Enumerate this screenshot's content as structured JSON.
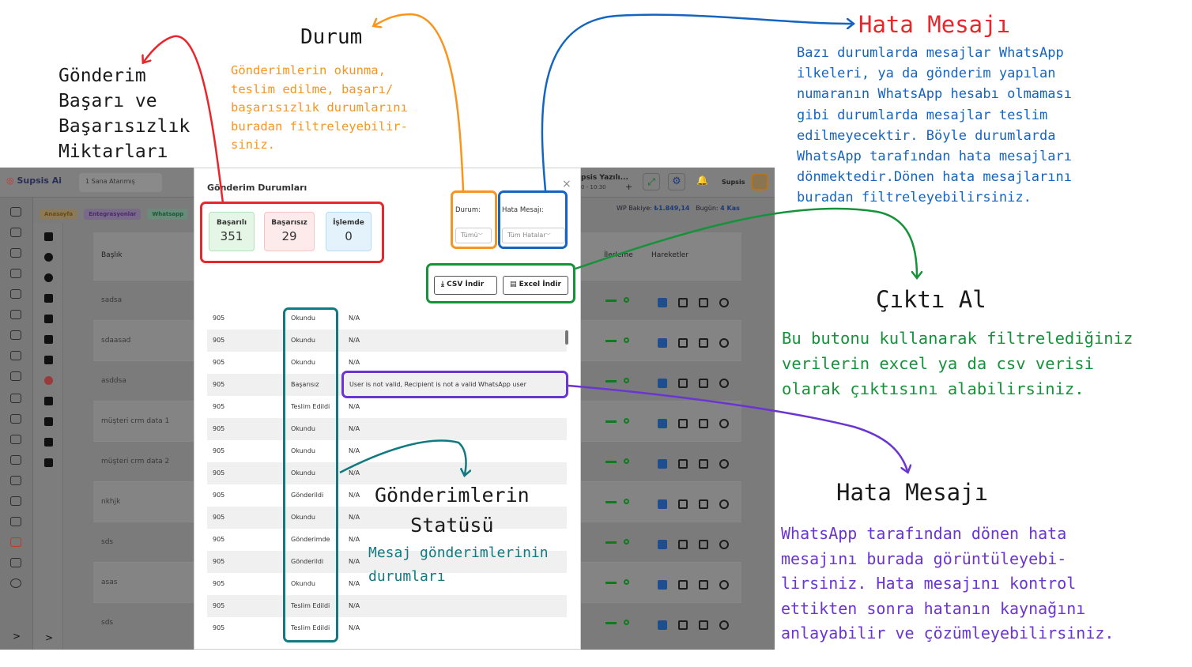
{
  "app": {
    "logo": "Supsis Ai",
    "assigned": "1 Sana Atanmış",
    "nav_chips": [
      "Anasayfa",
      "Entegrasyonlar",
      "Whatsapp"
    ],
    "header_right": {
      "title": "psis Yazılı...",
      "sub": "0 - 10:30",
      "plus": "+",
      "user": "Supsis"
    },
    "balance": {
      "wp_label": "WP Bakiye:",
      "wp_value": "₺1.849,14",
      "today_label": "Bugün:",
      "today_value": "4 Kas"
    },
    "table_headers": {
      "baslik": "Başlık",
      "ilerleme": "İlerleme",
      "hareketler": "Hareketler"
    },
    "rows": [
      "sadsa",
      "sdaasad",
      "asddsa",
      "müşteri crm data 1",
      "müşteri crm data 2",
      "nkhjk",
      "sds",
      "asas",
      "sds"
    ],
    "rail_arrows": [
      ">",
      ">"
    ]
  },
  "modal": {
    "title": "Gönderim Durumları",
    "close": "×",
    "stats": [
      {
        "label": "Başarılı",
        "value": "351"
      },
      {
        "label": "Başarısız",
        "value": "29"
      },
      {
        "label": "İşlemde",
        "value": "0"
      }
    ],
    "filters": {
      "durum_label": "Durum:",
      "durum_value": "Tümü",
      "hata_label": "Hata Mesajı:",
      "hata_value": "Tüm Hatalar"
    },
    "buttons": {
      "csv": "CSV İndir",
      "excel": "Excel İndir"
    },
    "rows": [
      {
        "num": "905",
        "status": "Okundu",
        "error": "N/A"
      },
      {
        "num": "905",
        "status": "Okundu",
        "error": "N/A"
      },
      {
        "num": "905",
        "status": "Okundu",
        "error": "N/A"
      },
      {
        "num": "905",
        "status": "Başarısız",
        "error": "User is not valid, Recipient is not a valid WhatsApp user"
      },
      {
        "num": "905",
        "status": "Teslim Edildi",
        "error": "N/A"
      },
      {
        "num": "905",
        "status": "Okundu",
        "error": "N/A"
      },
      {
        "num": "905",
        "status": "Okundu",
        "error": "N/A"
      },
      {
        "num": "905",
        "status": "Okundu",
        "error": "N/A"
      },
      {
        "num": "905",
        "status": "Gönderildi",
        "error": "N/A"
      },
      {
        "num": "905",
        "status": "Okundu",
        "error": "N/A"
      },
      {
        "num": "905",
        "status": "Gönderimde",
        "error": "N/A"
      },
      {
        "num": "905",
        "status": "Gönderildi",
        "error": "N/A"
      },
      {
        "num": "905",
        "status": "Okundu",
        "error": "N/A"
      },
      {
        "num": "905",
        "status": "Teslim Edildi",
        "error": "N/A"
      },
      {
        "num": "905",
        "status": "Teslim Edildi",
        "error": "N/A"
      }
    ]
  },
  "annotations": {
    "gonderim_title": "Gönderim\nBaşarı ve\nBaşarısızlık\nMiktarları",
    "durum_title": "Durum",
    "durum_body": "Gönderimlerin okunma,\nteslim edilme, başarı/\nbaşarısızlık durumlarını\nburadan filtreleyebilir-\nsiniz.",
    "hata1_title": "Hata Mesajı",
    "hata1_body": "Bazı durumlarda mesajlar WhatsApp\nilkeleri, ya da gönderim yapılan\nnumaranın WhatsApp hesabı olmaması\ngibi durumlarda mesajlar teslim\nedilmeyecektir. Böyle durumlarda\nWhatsApp tarafından hata mesajları\ndönmektedir.Dönen hata mesajlarını\nburadan filtreleyebilirsiniz.",
    "cikti_title": "Çıktı Al",
    "cikti_body": "Bu butonu kullanarak filtrelediğiniz\nverilerin excel ya da csv verisi\nolarak çıktısını alabilirsiniz.",
    "statu_title": "Gönderimlerin\n   Statüsü",
    "statu_body": "Mesaj gönderimlerinin\ndurumları",
    "hata2_title": "Hata Mesajı",
    "hata2_body": "WhatsApp tarafından dönen hata\nmesajını burada görüntüleyebi-\nlirsiniz. Hata mesajını kontrol\nettikten sonra hatanın kaynağını\nanlayabilir ve çözümleyebilirsiniz."
  },
  "colors": {
    "red": "#e8262b",
    "orange": "#f7951e",
    "blue": "#1565c0",
    "green": "#16923a",
    "teal": "#117a80",
    "purple": "#6a35d1"
  }
}
